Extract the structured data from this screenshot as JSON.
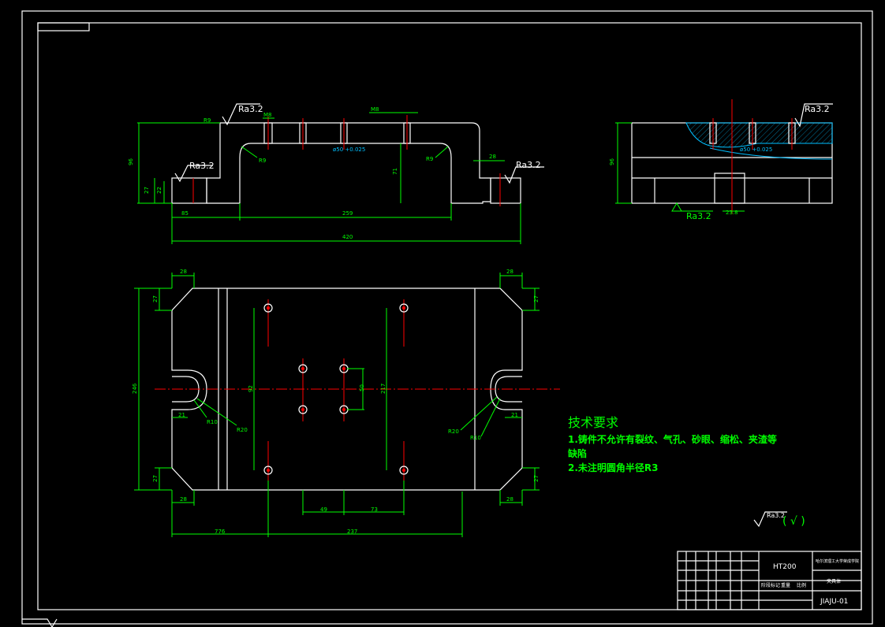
{
  "tech_requirements": {
    "heading": "技术要求",
    "item1": "1.铸件不允许有裂纹、气孔、砂眼、缩松、夹渣等",
    "item1_cont": "缺陷",
    "item2": "2.未注明圆角半径R3"
  },
  "roughness": {
    "front_top": "Ra3.2",
    "front_left": "Ra3.2",
    "front_right": "Ra3.2",
    "side_top": "Ra3.2",
    "side_bottom": "Ra3.2",
    "general": "Ra3.2",
    "general_paren": "( √ )"
  },
  "front_view": {
    "dims": {
      "height_total": "96",
      "lower_h1": "27",
      "lower_h2": "22",
      "inner_h": "71",
      "step": "28",
      "len_85": "85",
      "len_259": "259",
      "len_total": "420",
      "r_top": "R9",
      "r_inner_left": "R9",
      "r_inner_right": "R9",
      "m8_left": "M8",
      "m8_right": "M8",
      "tolerance": "ø50 +0.025"
    }
  },
  "side_view": {
    "dims": {
      "height": "96",
      "tolerance": "ø50 +0.025",
      "bottom_dim": "23.8"
    }
  },
  "top_view": {
    "dims": {
      "corner_tl_w": "28",
      "corner_tr_w": "28",
      "corner_bl_w": "28",
      "corner_br_w": "28",
      "corner_tl_h": "27",
      "corner_tr_h": "27",
      "corner_bl_h": "27",
      "corner_br_h": "27",
      "total_h": "246",
      "slot_left_w": "21",
      "slot_right_w": "21",
      "r10_left": "R10",
      "r20_left": "R20",
      "r10_right": "R10",
      "r20_right": "R20",
      "hole_span_left": "92",
      "hole_span_right": "217",
      "hole_inner": "50",
      "x_49": "49",
      "x_73": "73",
      "x_776": "776",
      "x_237": "237"
    }
  },
  "title_block": {
    "material": "HT200",
    "school": "哈尔滨理工大学荣成学院",
    "part_name": "夹具体",
    "drawing_no": "JIAJU-01",
    "stage_label": "阶段标记",
    "scale_label": "比例",
    "weight_label": "重量"
  },
  "colors": {
    "background": "#000000",
    "outline": "#ffffff",
    "dimension": "#00ff00",
    "centerline": "#ff0000",
    "hatch": "#00bfff"
  }
}
